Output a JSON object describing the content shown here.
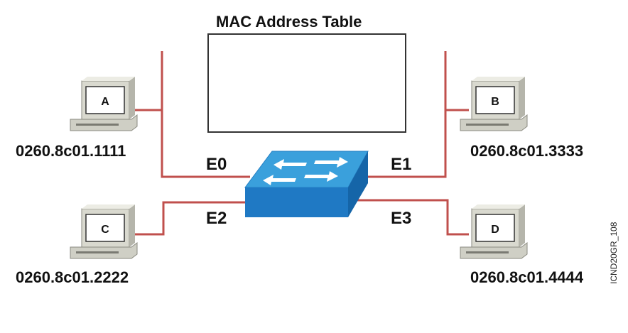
{
  "diagram": {
    "title": "MAC Address Table",
    "mac_table_entries": [],
    "hosts": [
      {
        "id": "A",
        "letter": "A",
        "mac": "0260.8c01.1111",
        "port": "E0"
      },
      {
        "id": "B",
        "letter": "B",
        "mac": "0260.8c01.3333",
        "port": "E1"
      },
      {
        "id": "C",
        "letter": "C",
        "mac": "0260.8c01.2222",
        "port": "E2"
      },
      {
        "id": "D",
        "letter": "D",
        "mac": "0260.8c01.4444",
        "port": "E3"
      }
    ],
    "ports": {
      "e0": "E0",
      "e1": "E1",
      "e2": "E2",
      "e3": "E3"
    },
    "figure_code": "ICND20GR_108",
    "colors": {
      "link": "#c0504d",
      "switch_top": "#3aa0dc",
      "switch_front": "#1f79c4",
      "switch_side": "#1565a8",
      "pc_body": "#d9d9cf",
      "pc_shadow": "#9a9a90"
    },
    "icons": {
      "switch": "switch-icon",
      "pc": "pc-icon"
    }
  }
}
